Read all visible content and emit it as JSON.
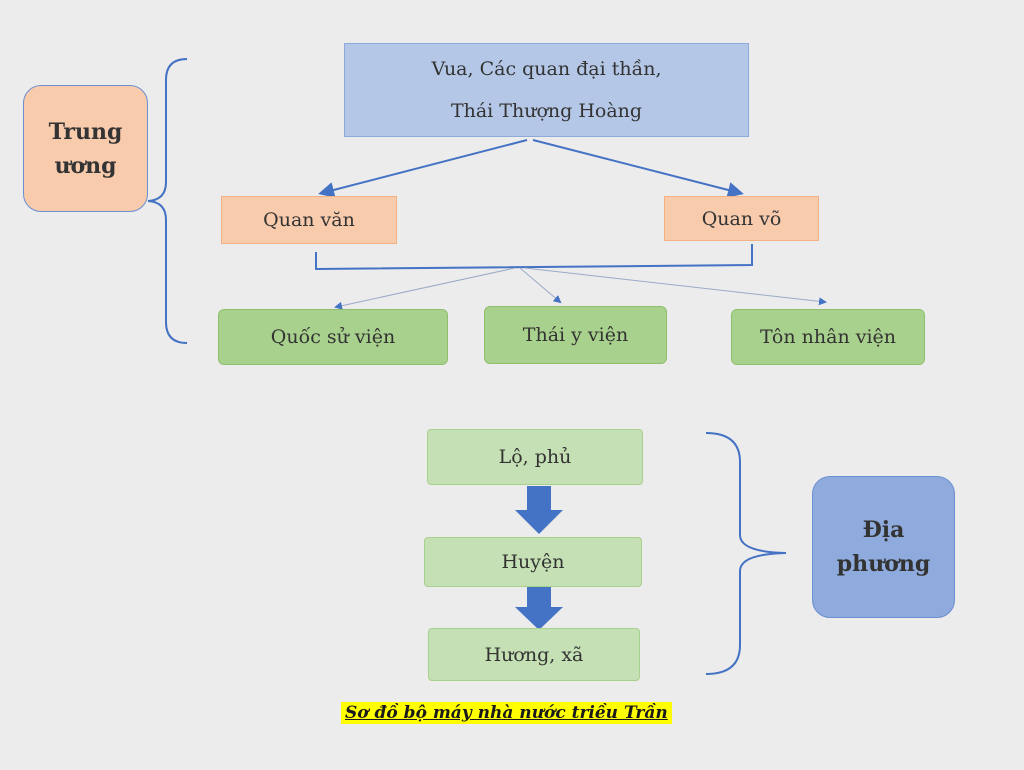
{
  "central": {
    "label_line1": "Trung",
    "label_line2": "ương",
    "top_line1": "Vua, Các quan đại thần,",
    "top_line2": "Thái Thượng Hoàng",
    "civil": "Quan văn",
    "military": "Quan võ",
    "institutes": [
      "Quốc sử viện",
      "Thái y viện",
      "Tôn nhân viện"
    ]
  },
  "local": {
    "label_line1": "Địa",
    "label_line2": "phương",
    "levels": [
      "Lộ, phủ",
      "Huyện",
      "Hương, xã"
    ]
  },
  "caption": "Sơ đồ bộ máy nhà nước triều Trần",
  "colors": {
    "top_box": "#b4c7e7",
    "orange_box": "#f8cbad",
    "green_box": "#a9d18e",
    "light_green_box": "#c5e0b4",
    "local_label": "#8faadc",
    "arrow": "#4472c4",
    "caption_highlight": "#ffff00"
  }
}
